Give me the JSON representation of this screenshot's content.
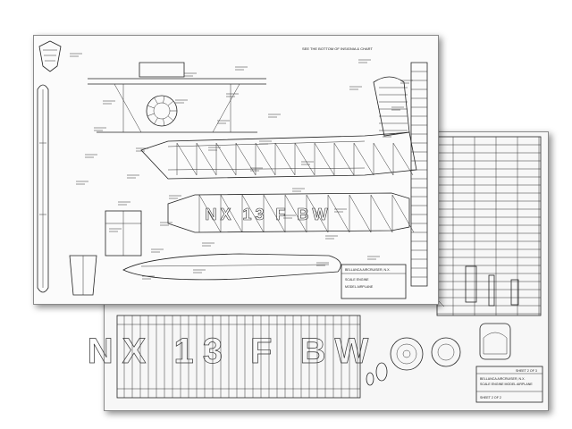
{
  "title_block_front": {
    "line1": "BELLANCA AIRCRUISER, N.X.",
    "line2": "SCALE ENGINE",
    "line3": "MODEL AIRPLANE"
  },
  "title_block_back": {
    "sheet_no": "SHEET 2 OF 3",
    "line1": "BELLANCA AIRCRUISER, N.X.",
    "line2": "SCALE ENGINE MODEL AIRPLANE",
    "line3": "SHEET 2 OF 2"
  },
  "header_note": "SEE THE BOTTOM OF INSIGNIA & CHART",
  "wing_lettering": "NX 13 F BW",
  "fuselage_lettering": "NX 13 F BW"
}
